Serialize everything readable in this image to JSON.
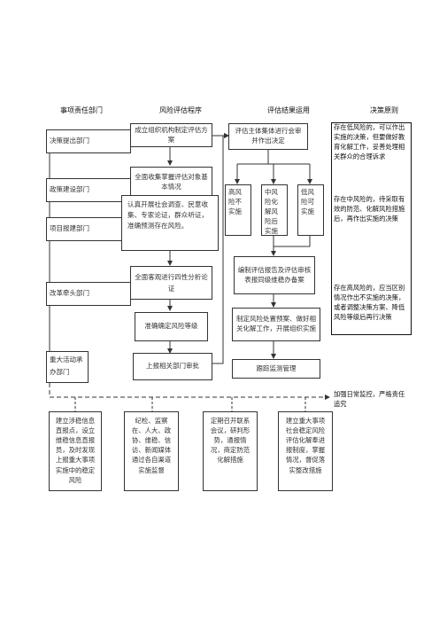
{
  "headers": {
    "dept": "事项责任部门",
    "process": "风险评估程序",
    "result": "评估结果运用",
    "principle": "决策原则"
  },
  "departments": {
    "d1": "决策提出部门",
    "d2": "政策建设部门",
    "d3": "项目报建部门",
    "d4": "改革牵头部门",
    "d5": "重大活动承办部门"
  },
  "process": {
    "p1": "成立组织机构制定评估方案",
    "p2": "全面收集掌握评估对象基本情况",
    "p3": "认真开展社会调查、民意收集、专家论证，群众听证，准确预测存在风险。",
    "p4": "全面客观进行四性分析论证",
    "p5": "准确确定风险等级",
    "p6": "上报相关部门审批"
  },
  "results": {
    "r1": "评估主体集体进行会审并作出决定",
    "high": "高风险不实施",
    "mid": "中风险化解风险后实施",
    "low": "低风险可实施",
    "r2": "编制评估报告及评估审核表报同级维稳办备案",
    "r3": "制定风险处置预案、做好相关化解工作，开展组织实施",
    "r4": "跟踪监测管理"
  },
  "principles": {
    "low": "存在低风险的，可以作出实施的决策，但要做好教育化解工作，妥善处理相关群众的合理诉求",
    "mid": "存在中风险的，待采取有效的防范、化解风险措施后，再作出实施的决策",
    "high": "存在高风险的，应当区别情况作出不实施的决策，或者调整决策方案、降低风险等级后再行决策"
  },
  "supervision": "加强日常监控，严格责任追究",
  "bottom": {
    "b1": "建立涉稳信息直报点，设立维稳信息直报员，及时发现上报重大事项实施中的稳定风险",
    "b2": "纪检、监察在、人大、政协、维稳、信访、新闻媒体通过各自渠道实施监督",
    "b3": "定期召开联系会议，研判形势，通报情况，商定防范化解措施",
    "b4": "建立重大事项社会稳定风险评估化解奉进报制度，掌握情况，督促落实整改措施"
  }
}
